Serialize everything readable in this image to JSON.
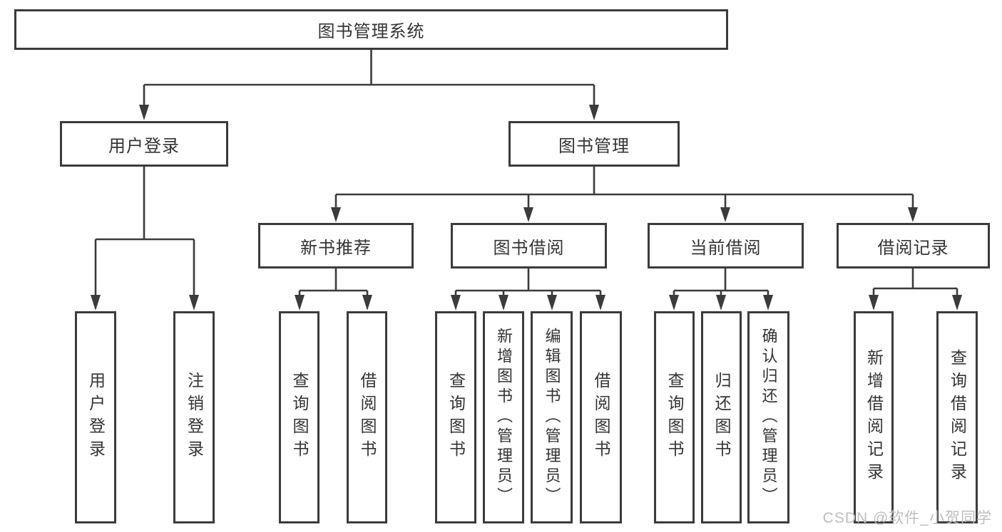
{
  "tree": {
    "label": "图书管理系统",
    "children": [
      {
        "label": "用户登录",
        "children": [
          {
            "label": "用户登录"
          },
          {
            "label": "注销登录"
          }
        ]
      },
      {
        "label": "图书管理",
        "children": [
          {
            "label": "新书推荐",
            "children": [
              {
                "label": "查询图书"
              },
              {
                "label": "借阅图书"
              }
            ]
          },
          {
            "label": "图书借阅",
            "children": [
              {
                "label": "查询图书"
              },
              {
                "label": "新增图书（管理员）"
              },
              {
                "label": "编辑图书（管理员）"
              },
              {
                "label": "借阅图书"
              }
            ]
          },
          {
            "label": "当前借阅",
            "children": [
              {
                "label": "查询图书"
              },
              {
                "label": "归还图书"
              },
              {
                "label": "确认归还（管理员）"
              }
            ]
          },
          {
            "label": "借阅记录",
            "children": [
              {
                "label": "新增借阅记录"
              },
              {
                "label": "查询借阅记录"
              }
            ]
          }
        ]
      }
    ]
  },
  "watermark": {
    "text": "CSDN @软件_小贺同学"
  },
  "colors": {
    "line": "#3b3b3b",
    "text": "#333333",
    "background": "#ffffff",
    "watermark": "#bdbdbd"
  }
}
